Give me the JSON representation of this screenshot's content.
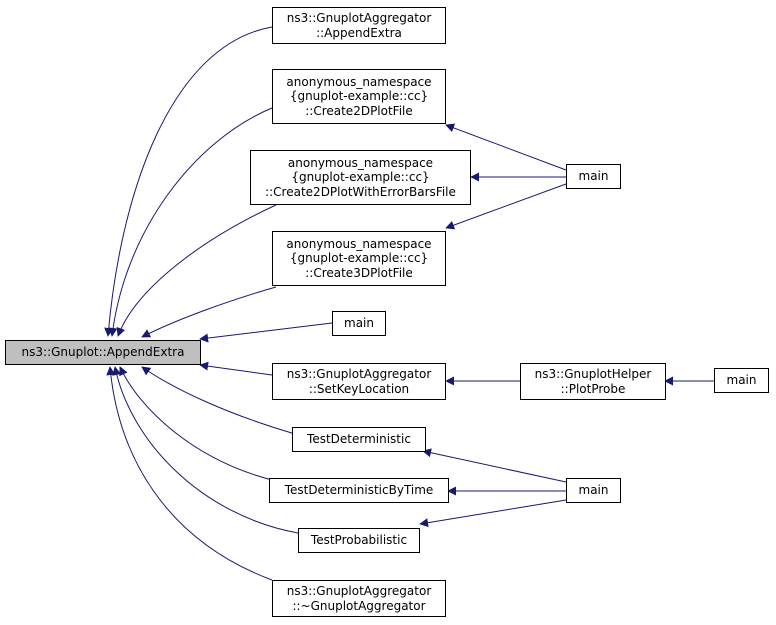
{
  "graph": {
    "edge_color": "#191970",
    "nodes": {
      "root": {
        "lines": [
          "ns3::Gnuplot::AppendExtra"
        ]
      },
      "agg_append": {
        "lines": [
          "ns3::GnuplotAggregator",
          "::AppendExtra"
        ]
      },
      "create2d": {
        "lines": [
          "anonymous_namespace",
          "{gnuplot-example::cc}",
          "::Create2DPlotFile"
        ]
      },
      "create2d_err": {
        "lines": [
          "anonymous_namespace",
          "{gnuplot-example::cc}",
          "::Create2DPlotWithErrorBarsFile"
        ]
      },
      "create3d": {
        "lines": [
          "anonymous_namespace",
          "{gnuplot-example::cc}",
          "::Create3DPlotFile"
        ]
      },
      "main_mid": {
        "lines": [
          "main"
        ]
      },
      "agg_setkey": {
        "lines": [
          "ns3::GnuplotAggregator",
          "::SetKeyLocation"
        ]
      },
      "test_det": {
        "lines": [
          "TestDeterministic"
        ]
      },
      "test_det_time": {
        "lines": [
          "TestDeterministicByTime"
        ]
      },
      "test_prob": {
        "lines": [
          "TestProbabilistic"
        ]
      },
      "agg_dtor": {
        "lines": [
          "ns3::GnuplotAggregator",
          "::~GnuplotAggregator"
        ]
      },
      "main_top": {
        "lines": [
          "main"
        ]
      },
      "helper_plotprobe": {
        "lines": [
          "ns3::GnuplotHelper",
          "::PlotProbe"
        ]
      },
      "main_right": {
        "lines": [
          "main"
        ]
      },
      "main_bottom": {
        "lines": [
          "main"
        ]
      }
    }
  }
}
